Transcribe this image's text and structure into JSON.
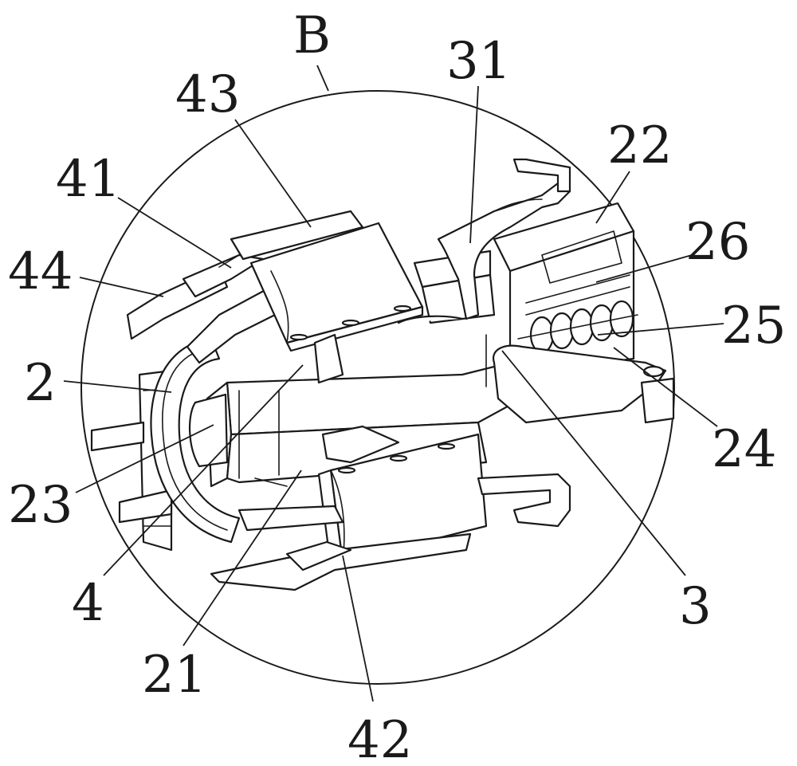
{
  "detail_label": "B",
  "part_labels": {
    "p43": "43",
    "p31": "31",
    "p22": "22",
    "p41": "41",
    "p26": "26",
    "p44": "44",
    "p25": "25",
    "p2": "2",
    "p24": "24",
    "p23": "23",
    "p4": "4",
    "p3": "3",
    "p21": "21",
    "p42": "42"
  }
}
